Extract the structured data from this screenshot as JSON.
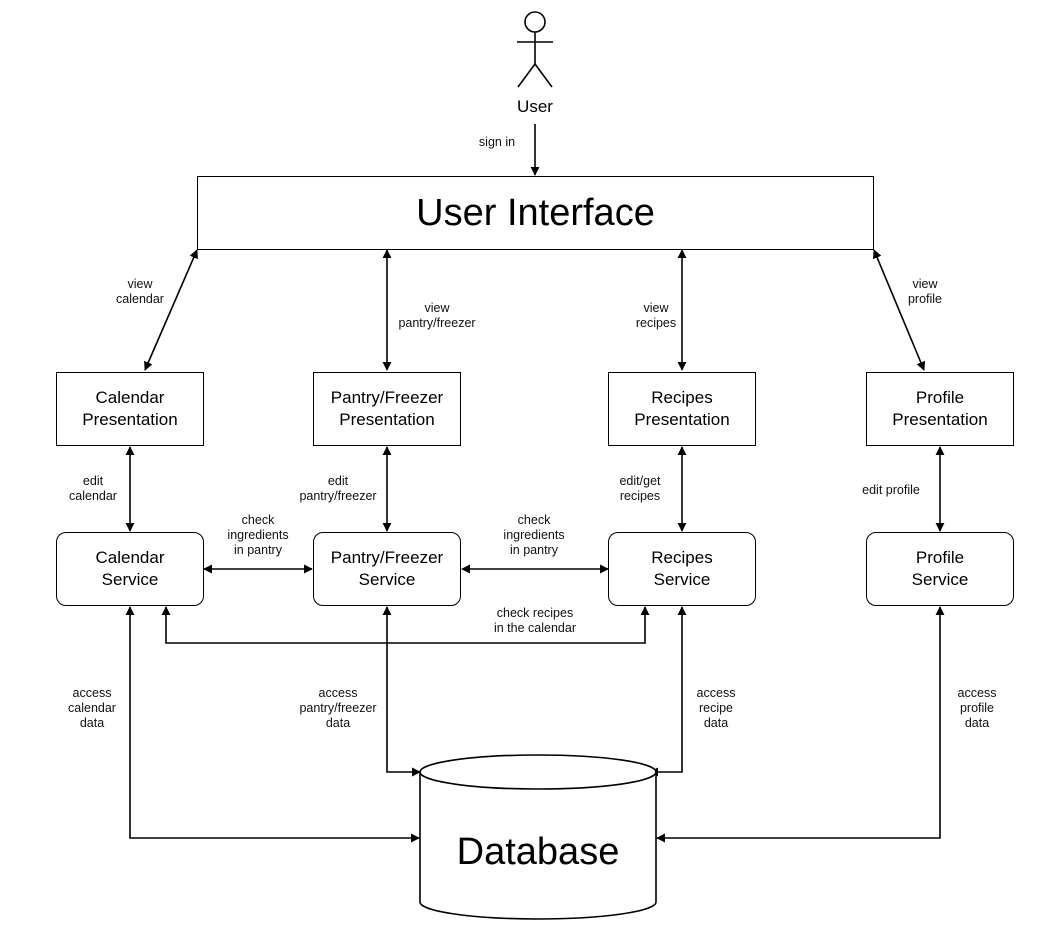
{
  "actor": {
    "label": "User"
  },
  "ui": {
    "label": "User Interface"
  },
  "presentations": {
    "calendar": "Calendar\nPresentation",
    "pantry": "Pantry/Freezer\nPresentation",
    "recipes": "Recipes\nPresentation",
    "profile": "Profile\nPresentation"
  },
  "services": {
    "calendar": "Calendar\nService",
    "pantry": "Pantry/Freezer\nService",
    "recipes": "Recipes\nService",
    "profile": "Profile\nService"
  },
  "database": {
    "label": "Database"
  },
  "edge_labels": {
    "sign_in": "sign in",
    "view_calendar": "view\ncalendar",
    "view_pantry": "view\npantry/freezer",
    "view_recipes": "view\nrecipes",
    "view_profile": "view\nprofile",
    "edit_calendar": "edit\ncalendar",
    "edit_pantry": "edit\npantry/freezer",
    "edit_recipes": "edit/get\nrecipes",
    "edit_profile": "edit profile",
    "check_ingredients_1": "check\ningredients\nin pantry",
    "check_ingredients_2": "check\ningredients\nin pantry",
    "check_recipes_calendar": "check recipes\nin the calendar",
    "access_calendar": "access\ncalendar\ndata",
    "access_pantry": "access\npantry/freezer\ndata",
    "access_recipe": "access\nrecipe\ndata",
    "access_profile": "access\nprofile\ndata"
  }
}
